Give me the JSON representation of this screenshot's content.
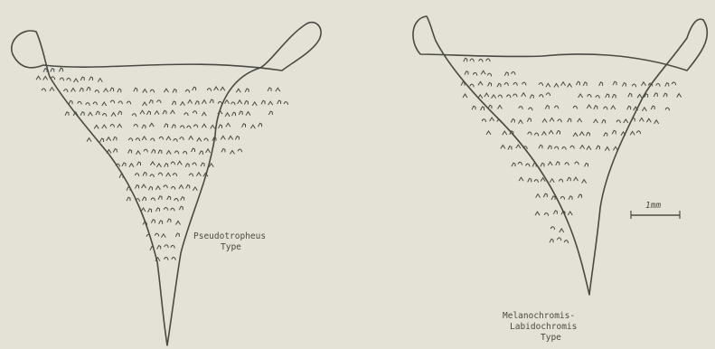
{
  "figure": {
    "left_label": [
      "Pseudotropheus",
      "Type"
    ],
    "right_label": [
      "Melanochromis-",
      "Labidochromis",
      "Type"
    ],
    "scale_label": "1mm"
  },
  "colors": {
    "background": "#e4e2d6",
    "ink": "#4a4944"
  }
}
